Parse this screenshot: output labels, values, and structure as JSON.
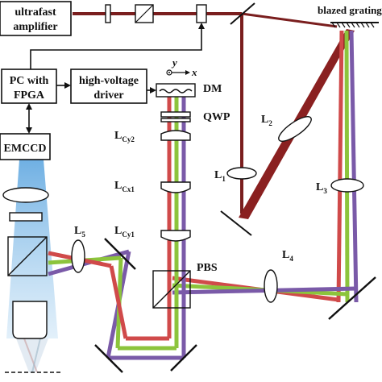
{
  "boxes": {
    "amplifier_line1": "ultrafast",
    "amplifier_line2": "amplifier",
    "pc_line1": "PC with",
    "pc_line2": "FPGA",
    "driver_line1": "high-voltage",
    "driver_line2": "driver",
    "camera": "EMCCD"
  },
  "labels": {
    "grating": "blazed grating",
    "dm": "DM",
    "qwp": "QWP",
    "pbs": "PBS",
    "axis_y": "y",
    "axis_x": "x",
    "l1": {
      "main": "L",
      "sub": "1"
    },
    "l2": {
      "main": "L",
      "sub": "2"
    },
    "l3": {
      "main": "L",
      "sub": "3"
    },
    "l4": {
      "main": "L",
      "sub": "4"
    },
    "l5": {
      "main": "L",
      "sub": "5"
    },
    "lcy2": {
      "main": "L",
      "sub": "Cy2"
    },
    "lcx1": {
      "main": "L",
      "sub": "Cx1"
    },
    "lcy1": {
      "main": "L",
      "sub": "Cy1"
    }
  },
  "colors": {
    "beam_main": "#7a1e1e",
    "beam_red": "#d04a4a",
    "beam_green": "#8cc43c",
    "beam_purple": "#7a5aa8",
    "fluorescence": "#8fc3ec"
  }
}
